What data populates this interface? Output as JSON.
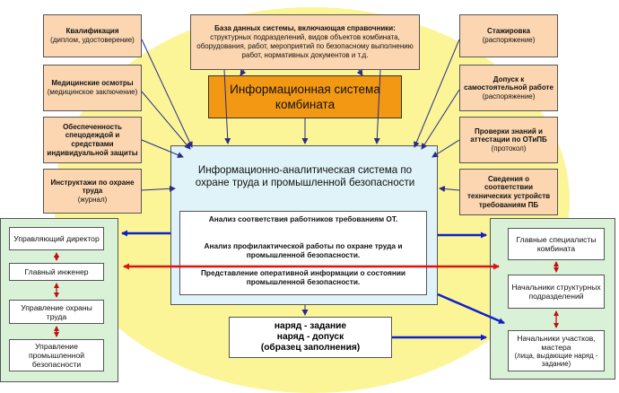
{
  "left_boxes": [
    {
      "title": "Квалификация",
      "sub": "(диплом, удостоверение)"
    },
    {
      "title": "Медицинские осмотры",
      "sub": "(медицинское заключение)"
    },
    {
      "title": "Обеспеченность спецодеждой и средствами индивидуальной защиты",
      "sub": ""
    },
    {
      "title": "Инструктажи по охране труда",
      "sub": "(журнал)"
    }
  ],
  "right_boxes": [
    {
      "title": "Стажировка",
      "sub": "(распоряжение)"
    },
    {
      "title": "Допуск к самостоятельной работе",
      "sub": "(распоряжение)"
    },
    {
      "title": "Проверки знаний и аттестации по ОТиПБ",
      "sub": "(протокол)"
    },
    {
      "title": "Сведения о соответствии технических устройств требованиям ПБ",
      "sub": ""
    }
  ],
  "database": {
    "title": "База данных системы, включающая справочники:",
    "body": "структурных подразделений, видов объектов комбината, оборудования, работ, мероприятий по безопасному выполнению работ, нормативных документов и т.д."
  },
  "info_system": "Информационная система комбината",
  "iasystem": {
    "title": "Информационно-аналитическая система по охране труда и промышленной безопасности",
    "items": [
      "Анализ соответствия работников требованиям ОТ.",
      "Анализ профилактической работы по охране труда и промышленной безопасности.",
      "Представление оперативной информации о состоянии промышленной безопасности."
    ]
  },
  "order_box": {
    "line1": "наряд - задание",
    "line2": "наряд - допуск",
    "line3": "(образец заполнения)"
  },
  "left_panel": [
    "Управляющий директор",
    "Главный инженер",
    "Управление охраны труда",
    "Управление промышленной безопасности"
  ],
  "right_panel": [
    "Главные специалисты комбината",
    "Начальники структурных подразделений",
    "Начальники участков, мастера",
    "(лица, выдающие наряд - задание)"
  ],
  "colors": {
    "arrow_blue": "#1020c8",
    "arrow_red": "#e01010",
    "peach": "#fbd6b0",
    "orange": "#f39813",
    "yellow": "#fbf598",
    "cyan": "#dff3f8",
    "green": "#d9f1d7"
  }
}
